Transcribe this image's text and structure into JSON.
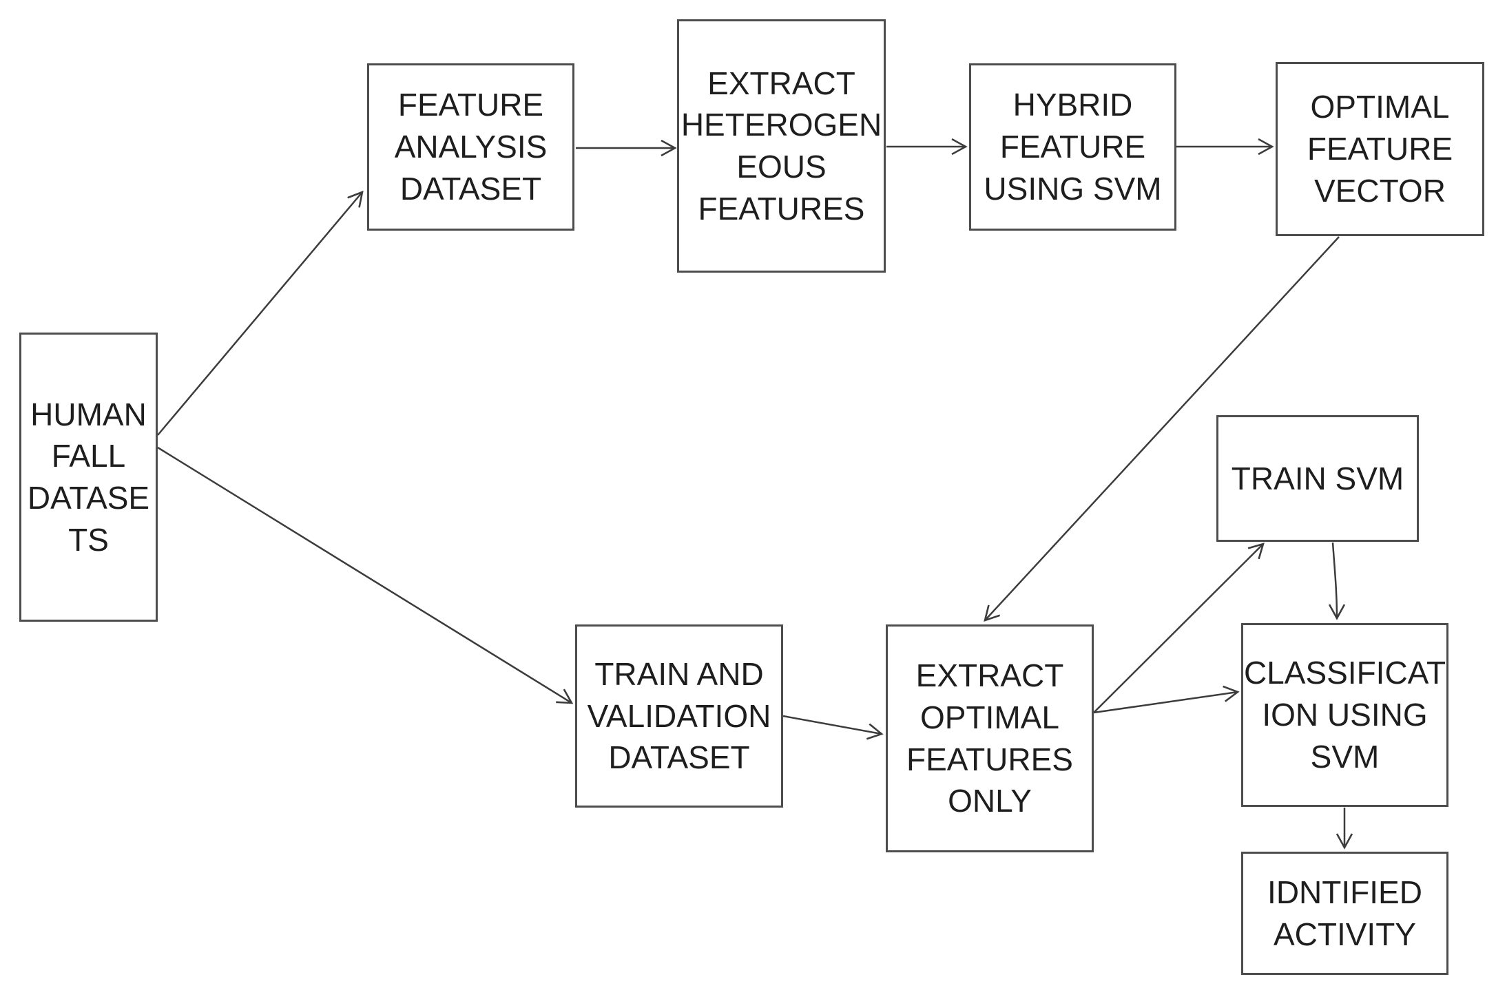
{
  "diagram": {
    "background_color": "#ffffff",
    "box_border_color": "#4d4d4d",
    "arrow_color": "#3c3c3c",
    "text_color": "#1e1e1e",
    "nodes": [
      {
        "id": "human-fall-datasets",
        "label": "HUMAN\nFALL\nDATASE\nTS"
      },
      {
        "id": "feature-analysis-dataset",
        "label": "FEATURE\nANALYSIS\nDATASET"
      },
      {
        "id": "extract-heterogeneous-features",
        "label": "EXTRACT\nHETEROGEN\nEOUS\nFEATURES"
      },
      {
        "id": "hybrid-feature-using-svm",
        "label": "HYBRID\nFEATURE\nUSING SVM"
      },
      {
        "id": "optimal-feature-vector",
        "label": "OPTIMAL\nFEATURE\nVECTOR"
      },
      {
        "id": "train-svm",
        "label": "TRAIN SVM"
      },
      {
        "id": "train-and-validation-dataset",
        "label": "TRAIN AND\nVALIDATION\nDATASET"
      },
      {
        "id": "extract-optimal-features-only",
        "label": "EXTRACT\nOPTIMAL\nFEATURES\nONLY"
      },
      {
        "id": "classification-using-svm",
        "label": "CLASSIFICAT\nION USING\nSVM"
      },
      {
        "id": "idntified-activity",
        "label": "IDNTIFIED\nACTIVITY"
      }
    ],
    "edges": [
      {
        "from": "human-fall-datasets",
        "to": "feature-analysis-dataset"
      },
      {
        "from": "human-fall-datasets",
        "to": "train-and-validation-dataset"
      },
      {
        "from": "feature-analysis-dataset",
        "to": "extract-heterogeneous-features"
      },
      {
        "from": "extract-heterogeneous-features",
        "to": "hybrid-feature-using-svm"
      },
      {
        "from": "hybrid-feature-using-svm",
        "to": "optimal-feature-vector"
      },
      {
        "from": "optimal-feature-vector",
        "to": "extract-optimal-features-only"
      },
      {
        "from": "train-and-validation-dataset",
        "to": "extract-optimal-features-only"
      },
      {
        "from": "extract-optimal-features-only",
        "to": "train-svm"
      },
      {
        "from": "extract-optimal-features-only",
        "to": "classification-using-svm"
      },
      {
        "from": "train-svm",
        "to": "classification-using-svm"
      },
      {
        "from": "classification-using-svm",
        "to": "idntified-activity"
      }
    ]
  }
}
